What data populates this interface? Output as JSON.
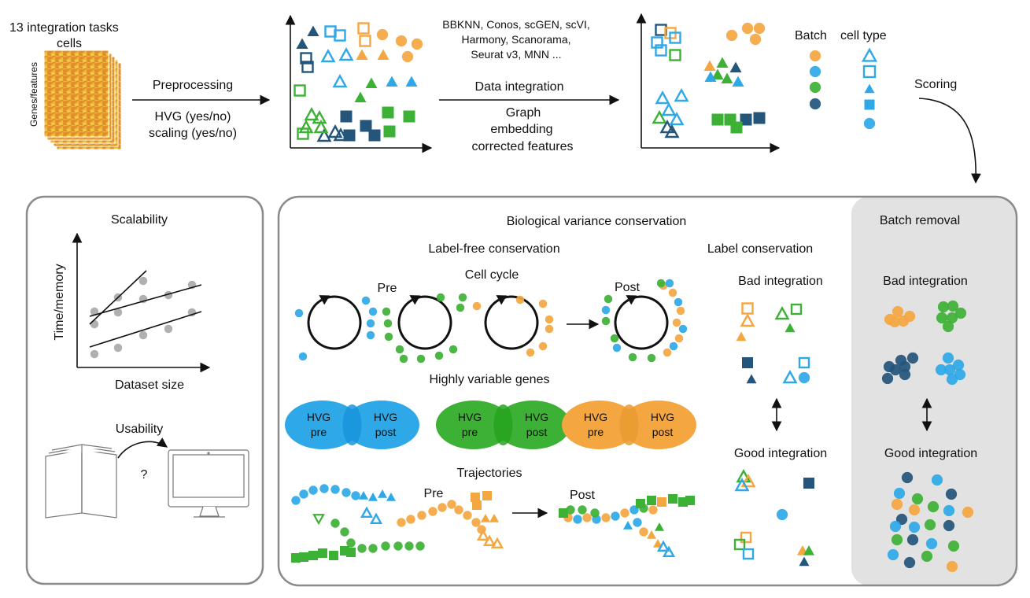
{
  "top": {
    "tasks_title": "13 integration tasks",
    "cells_label": "cells",
    "genes_label": "Genes/features",
    "preprocessing": "Preprocessing",
    "hvg_option": "HVG (yes/no)",
    "scaling_option": "scaling (yes/no)",
    "methods": [
      "BBKNN, Conos, scGEN, scVI,",
      "Harmony, Scanorama,",
      "Seurat v3, MNN ..."
    ],
    "data_integration": "Data integration",
    "outputs": [
      "Graph",
      "embedding",
      "corrected features"
    ],
    "legend_batch": "Batch",
    "legend_celltype": "cell type",
    "scoring": "Scoring"
  },
  "scalability_panel": {
    "title": "Scalability",
    "ylabel": "Time/memory",
    "xlabel": "Dataset size",
    "usability": "Usability",
    "question": "?"
  },
  "bio_panel": {
    "title": "Biological variance conservation",
    "label_free": "Label-free conservation",
    "cell_cycle": "Cell cycle",
    "pre": "Pre",
    "post": "Post",
    "hvg_title": "Highly variable genes",
    "hvg": "HVG",
    "hvg_pre": "pre",
    "hvg_post": "post",
    "trajectories": "Trajectories",
    "label_conservation": "Label conservation",
    "bad_integration": "Bad integration",
    "good_integration": "Good integration"
  },
  "batch_panel": {
    "title": "Batch removal",
    "bad_integration": "Bad integration",
    "good_integration": "Good integration"
  },
  "colors": {
    "orange": "#F4A641",
    "lightblue": "#2FA8E8",
    "green": "#3DB135",
    "darkblue": "#24557A",
    "gray_dot": "#A9A9A9",
    "panel_border": "#8A8A8A",
    "batch_bg": "#E2E2E2"
  }
}
